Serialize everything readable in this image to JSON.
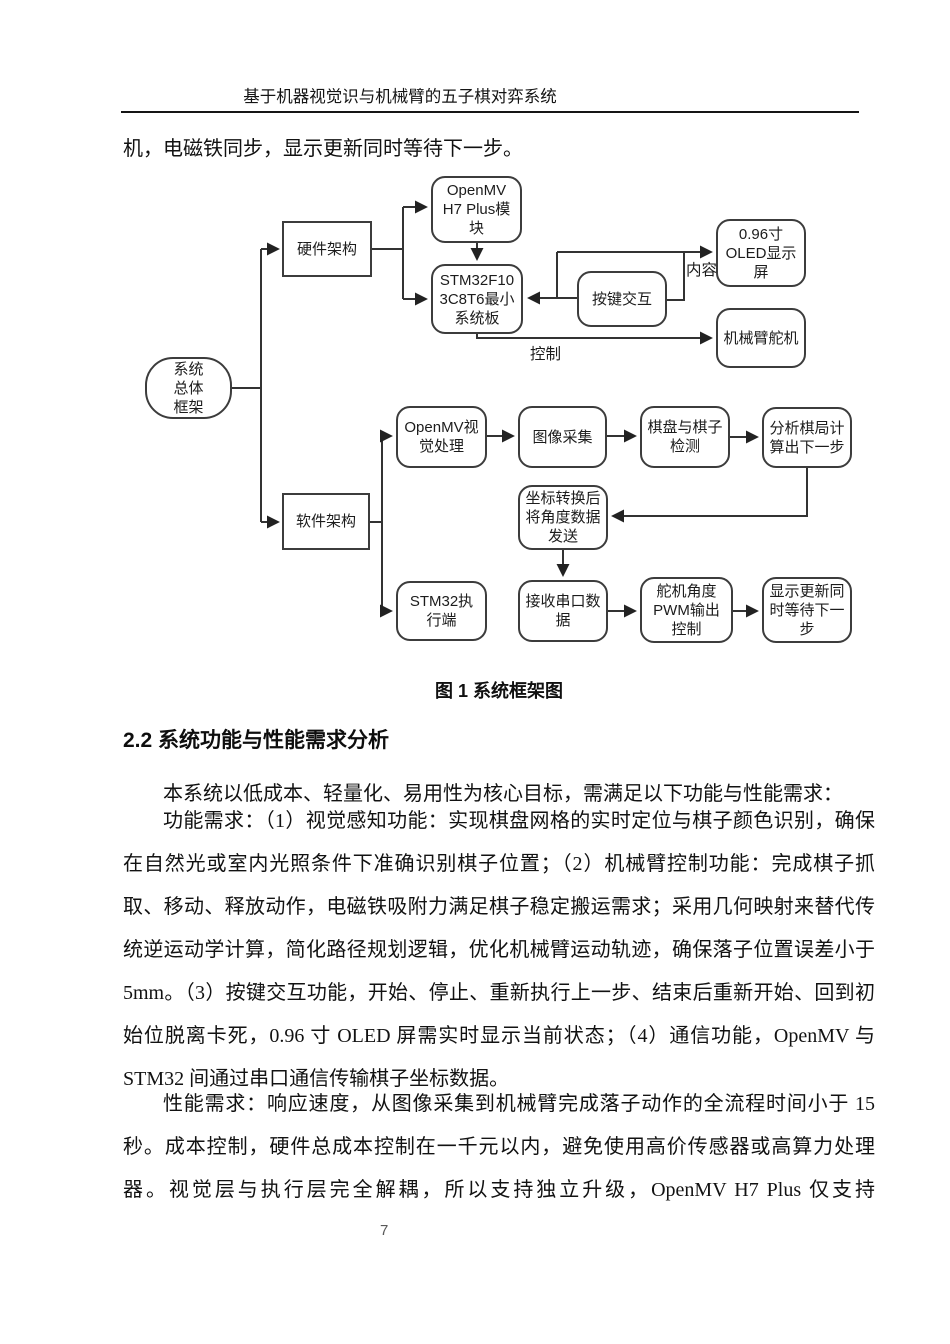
{
  "header": {
    "running_title": "基于机器视觉识与机械臂的五子棋对弈系统"
  },
  "intro_line": "机，电磁铁同步，显示更新同时等待下一步。",
  "figure": {
    "caption": "图 1 系统框架图",
    "nodes": {
      "root": "系统\n总体\n框架",
      "hw": "硬件架构",
      "sw": "软件架构",
      "openmv_module": "OpenMV\nH7 Plus模\n块",
      "stm32_board": "STM32F10\n3C8T6最小\n系统板",
      "key_interact": "按键交互",
      "oled": "0.96寸\nOLED显示\n屏",
      "servo": "机械臂舵机",
      "openmv_vision": "OpenMV视\n觉处理",
      "img_capture": "图像采集",
      "board_detect": "棋盘与棋子\n检测",
      "analyze": "分析棋局计\n算出下一步",
      "coord_convert": "坐标转换后\n将角度数据\n发送",
      "stm32_exec": "STM32执\n行端",
      "recv_serial": "接收串口数\n据",
      "pwm_out": "舵机角度\nPWM输出\n控制",
      "display_wait": "显示更新同\n时等待下一\n步"
    },
    "edge_labels": {
      "content": "内容",
      "control": "控制"
    },
    "colors": {
      "box_border": "#3c3c3c",
      "line": "#333333",
      "arrow": "#222222"
    }
  },
  "section": {
    "heading": "2.2 系统功能与性能需求分析"
  },
  "body": {
    "p1": "本系统以低成本、轻量化、易用性为核心目标，需满足以下功能与性能需求：",
    "p2_lines": [
      "功能需求：（1）视觉感知功能：实现棋盘网格的实时定位与棋子颜色识别，确保",
      "在自然光或室内光照条件下准确识别棋子位置；（2）机械臂控制功能：完成棋子抓",
      "取、移动、释放动作，电磁铁吸附力满足棋子稳定搬运需求；采用几何映射来替代传",
      "统逆运动学计算，简化路径规划逻辑，优化机械臂运动轨迹，确保落子位置误差小于",
      "5mm。（3）按键交互功能，开始、停止、重新执行上一步、结束后重新开始、回到初",
      "始位脱离卡死，0.96 寸 OLED 屏需实时显示当前状态；（4）通信功能，OpenMV 与",
      "STM32 间通过串口通信传输棋子坐标数据。"
    ],
    "p3_lines": [
      "性能需求：响应速度，从图像采集到机械臂完成落子动作的全流程时间小于 15",
      "秒。成本控制，硬件总成本控制在一千元以内，避免使用高价传感器或高算力处理",
      "器。视觉层与执行层完全解耦，所以支持独立升级，OpenMV H7 Plus 仅支持"
    ]
  },
  "footer": {
    "page_number": "7"
  }
}
